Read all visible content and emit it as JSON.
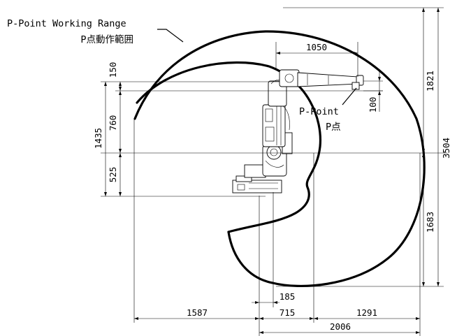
{
  "labels": {
    "range_en": "P-Point Working Range",
    "range_jp": "P点動作範囲",
    "point_en": "P-Point",
    "point_jp": "P点"
  },
  "dimensions": {
    "d1050": "1050",
    "d150": "150",
    "d760": "760",
    "d1435": "1435",
    "d525": "525",
    "d1821": "1821",
    "d100": "100",
    "d3504": "3504",
    "d1683": "1683",
    "d185": "185",
    "d1587": "1587",
    "d715": "715",
    "d1291": "1291",
    "d2006": "2006"
  }
}
